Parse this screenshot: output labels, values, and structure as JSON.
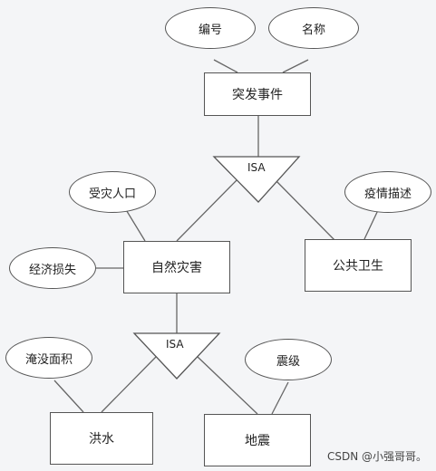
{
  "entities": {
    "sudden_event": "突发事件",
    "natural_disaster": "自然灾害",
    "public_health": "公共卫生",
    "flood": "洪水",
    "earthquake": "地震"
  },
  "attributes": {
    "id": "编号",
    "name": "名称",
    "affected_population": "受灾人口",
    "economic_loss": "经济损失",
    "epidemic_description": "疫情描述",
    "flooded_area": "淹没面积",
    "magnitude": "震级"
  },
  "isa": {
    "top": "ISA",
    "bottom": "ISA"
  },
  "watermark": "CSDN @小强哥哥。"
}
